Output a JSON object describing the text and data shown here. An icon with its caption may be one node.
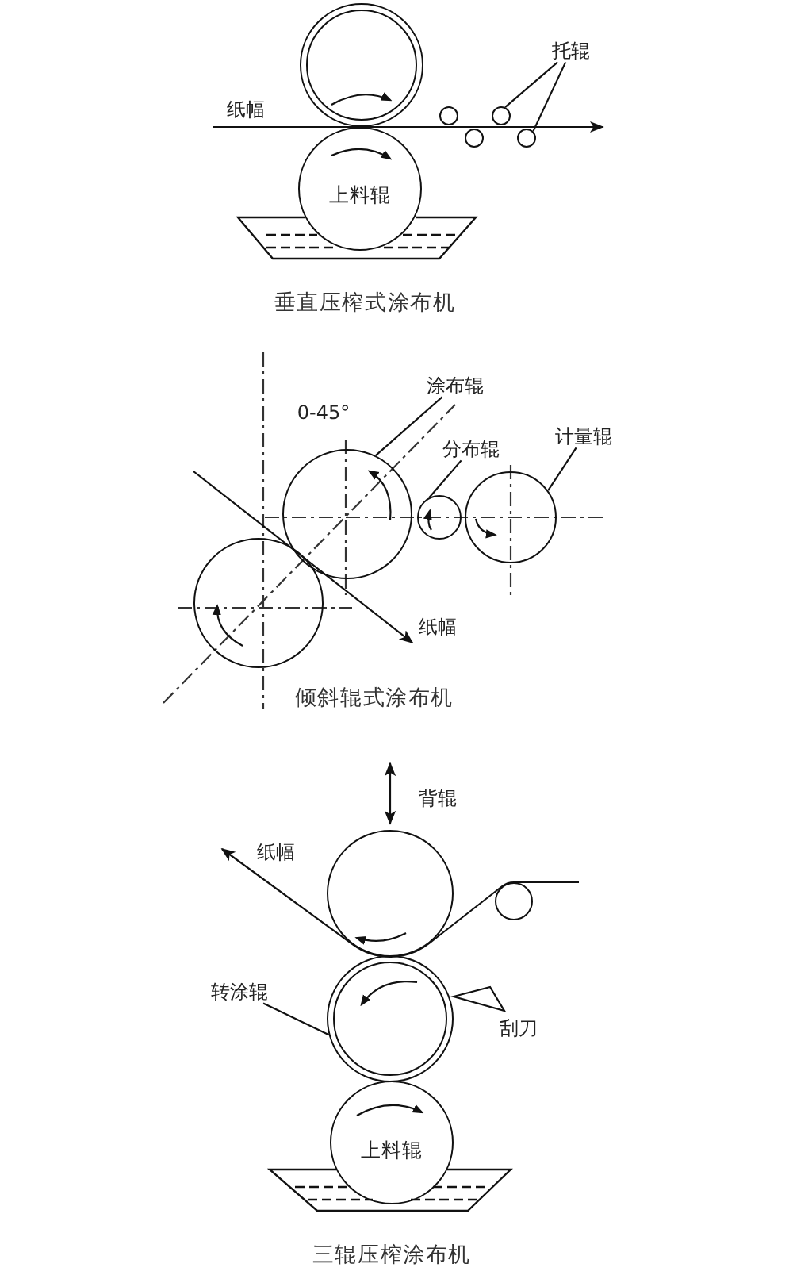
{
  "diagram": {
    "nodes": [
      {
        "text": [],
        "shape": "circle"
      },
      {
        "text": [
          "上料辊"
        ]
      },
      {
        "text": [],
        "shape": "circle"
      },
      {
        "text": [],
        "shape": "circle"
      },
      {
        "text": [],
        "shape": "circle"
      },
      {
        "text": [],
        "shape": "circle"
      },
      {
        "text": [
          "托辊"
        ]
      },
      {
        "text": [
          "涂布辊"
        ]
      },
      {
        "text": [
          "计量辊"
        ]
      },
      {
        "text": [
          "分布辊"
        ]
      },
      {
        "text": [],
        "shape": "circle"
      },
      {
        "text": [],
        "shape": "circle"
      },
      {
        "text": [],
        "shape": "circle"
      },
      {
        "text": [],
        "shape": "circle"
      },
      {
        "text": [],
        "shape": "circle",
        "beside": [
          "背辊"
        ]
      },
      {
        "text": [],
        "shape": "circle"
      },
      {
        "text": [
          "转涂辊"
        ]
      },
      {
        "text": [],
        "shape": "circle"
      },
      {
        "text": [
          "上料辊"
        ]
      }
    ],
    "edges": [
      {
        "from": 6,
        "to": 4,
        "arrow": "none"
      },
      {
        "from": 6,
        "to": 5,
        "arrow": "none"
      },
      {
        "from": 7,
        "to": 10,
        "arrow": "none"
      },
      {
        "from": 9,
        "to": 11,
        "arrow": "none"
      },
      {
        "from": 8,
        "to": 12,
        "arrow": "none"
      },
      {
        "from": 16,
        "to": 17,
        "arrow": "none"
      }
    ],
    "labels": [
      "纸幅",
      "垂直压榨式涂布机",
      "0-45°",
      "纸幅",
      "倾斜辊式涂布机",
      "纸幅",
      "刮刀",
      "三辊压榨涂布机"
    ]
  }
}
